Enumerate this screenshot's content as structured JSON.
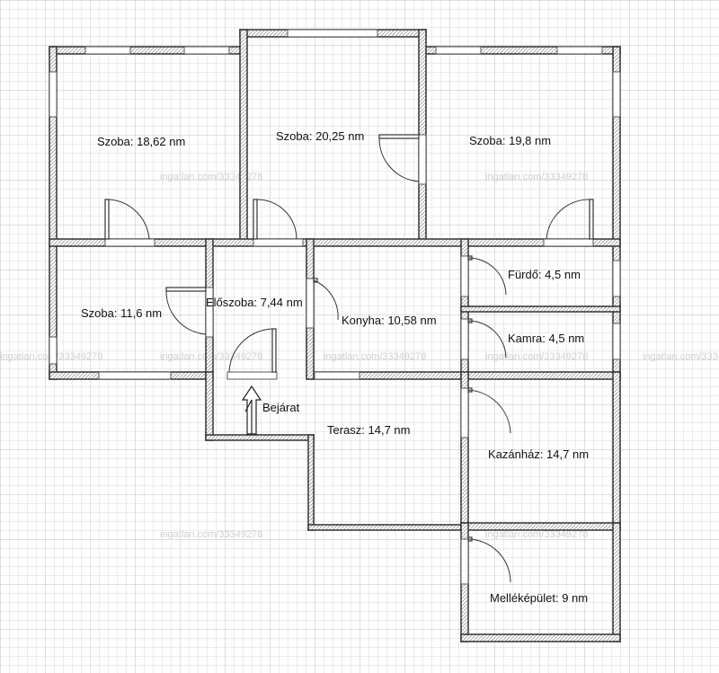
{
  "rooms": [
    {
      "label": "Szoba: 18,62 nm"
    },
    {
      "label": "Szoba: 20,25 nm"
    },
    {
      "label": "Szoba: 19,8 nm"
    },
    {
      "label": "Szoba: 11,6 nm"
    },
    {
      "label": "Előszoba: 7,44 nm"
    },
    {
      "label": "Konyha: 10,58 nm"
    },
    {
      "label": "Fürdő: 4,5 nm"
    },
    {
      "label": "Kamra: 4,5 nm"
    },
    {
      "label": "Terasz: 14,7 nm"
    },
    {
      "label": "Kazánház: 14,7 nm"
    },
    {
      "label": "Melléképület: 9 nm"
    }
  ],
  "entrance": {
    "label": "Bejárat"
  },
  "watermark": "ingatlan.com/33349278",
  "colors": {
    "grid_minor": "#d9d9d9",
    "grid_major": "#bfbfbf",
    "wall": "#333333"
  }
}
